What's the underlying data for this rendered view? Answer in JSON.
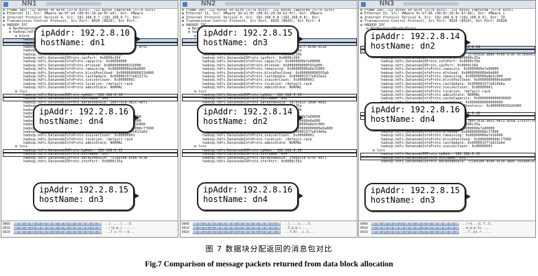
{
  "figure": {
    "panels": [
      {
        "title": "NN1",
        "tree": [
          "⊟ Frame 285: 722 bytes on wire (5776 bits), 722 bytes captured (5776 bits)",
          "⊞ Ethernet II, Src: VMware_ae:0f:e4 (00:0c:29:ae:0f:e4), Dst: VMware",
          "⊞ Internet Protocol Version 4, Src: 192.168.0.7 (192.168.0.7), Dst:",
          "⊞ Transmission Control Protocol, Src Port: 8020 (8020), Dst Port:",
          "⊟ HADOOP IPC",
          "   ⊟ RpcResponseHeaderProto",
          "   ⊟ hadoop.hdfs.AddBlockResponseProto",
          "      ⊟ block",
          "          hadoop.hdfs.DatanodeIDProto.ipAddr: 192.168.0.10",
          "          hadoop.hdfs.DatanodeIDProto.hostName: dn1",
          "          hadoop.hdfs.DatanodeIDProto.datanodeUuid: 4a1f6e2b-a7de-8f5c",
          "          hadoop.hdfs.DatanodeIDProto.xferPort: 0x0000c35a",
          "          hadoop.hdfs.DatanodeIDProto.infoPort: 0x0000c39b",
          "          hadoop.hdfs.DatanodeIDProto.ipcPort: 0x0000c364",
          "          hadoop.hdfs.DatanodeInfoProto.capacity: 0x00000000",
          "          hadoop.hdfs.DatanodeInfoProto.dfsUsed: 0x000000000032b000",
          "          hadoop.hdfs.DatanodeInfoProto.remaining: 0x00000000be9bd000",
          "          hadoop.hdfs.DatanodeInfoProto.blockPoolUsed: 0x000000000032b000",
          "          hadoop.hdfs.DatanodeInfoProto.lastUpdate: 0x00000157fe81327a",
          "          hadoop.hdfs.DatanodeInfoProto.xceiverCount: 0x00000001",
          "          hadoop.hdfs.DatanodeInfoProto.location: /default-rack",
          "          hadoop.hdfs.DatanodeInfoProto.adminState: NORMAL",
          "      ⊟ locs",
          "          hadoop.hdfs.DatanodeIDProto.ipAddr: 192.168.0.16",
          "          hadoop.hdfs.DatanodeIDProto.hostName: dn4",
          "          hadoop.hdfs.DatanodeIDProto.datanodeUuid: 3b0f7d1a-9e2c-4bf1",
          "          hadoop.hdfs.DatanodeIDProto.xferPort: 0x0000c35a",
          "          hadoop.hdfs.DatanodeIDProto.infoPort: 0x0000c39b",
          "          hadoop.hdfs.DatanodeIDProto.ipcPort: 0x0000c364",
          "          hadoop.hdfs.DatanodeInfoProto.capacity: 0x0000000e7e00000",
          "          hadoop.hdfs.DatanodeInfoProto.dfsUsed: 0x0000000000c77000",
          "          hadoop.hdfs.DatanodeInfoProto.remaining: 0x00000000a7d1b000",
          "          hadoop.hdfs.DatanodeInfoProto.blockPoolUsed: 0x0000000000c77000",
          "          hadoop.hdfs.DatanodeInfoProto.lastUpdate: 0x00000157fe813a6d",
          "          hadoop.hdfs.DatanodeInfoProto.xceiverCount: 0x00000001",
          "          hadoop.hdfs.DatanodeInfoProto.location: /default-rack",
          "          hadoop.hdfs.DatanodeInfoProto.adminState: NORMAL",
          "      ⊟ locs",
          "          hadoop.hdfs.DatanodeIDProto.ipAddr: 192.168.0.15",
          "          hadoop.hdfs.DatanodeIDProto.hostName: dn3",
          "          hadoop.hdfs.DatanodeIDProto.datanodeUuid: 7c2e91d4-8cb6-4c3e",
          "          hadoop.hdfs.DatanodeIDProto.xferPort: 0x0000c35a"
        ],
        "hex": [
          [
            "0000",
            "00 0c 29 9d 7f a3 00 0c 29 ae 0f e4 08 00 45 00",
            "..).....)....E."
          ],
          [
            "0010",
            "02 c4 3b 21 40 00 40 06 7b 90 c0 a8 00 07 c0 a8",
            "..;!@.@.{......."
          ],
          [
            "0020",
            "00 0b 1f 54 c5 6e 9a 21 3f 0c 7e 81 55 d2 80 18",
            "...T.n.!?.~.U..."
          ]
        ],
        "callouts": [
          {
            "ip": "192.2.8.10",
            "host": "dn1"
          },
          {
            "ip": "192.2.8.16",
            "host": "dn4"
          },
          {
            "ip": "192.2.8.15",
            "host": "dn3"
          }
        ]
      },
      {
        "title": "NN2",
        "tree": [
          "⊟ Frame 285: 722 bytes on wire (5776 bits), 722 bytes captured (5776 bits)",
          "⊞ Ethernet II, Src: VMware_3d:e1:0f (00:0c:29:3d:e1:0f), Dst: VMware",
          "⊞ Internet Protocol Version 4, Src: 192.168.0.8 (192.168.0.8), Dst:",
          "⊞ Transmission Control Protocol, Src Port: 8020 (8020), Dst Port: 4",
          "⊟ HADOOP IPC",
          "   ⊟ RpcResponseHeaderProto",
          "   ⊟ hadoop.hdfs.AddBlockResponseProto",
          "      ⊟ block",
          "          hadoop.hdfs.DatanodeIDProto.ipAddr: 192.168.0.15",
          "          hadoop.hdfs.DatanodeIDProto.hostName: dn3",
          "          hadoop.hdfs.DatanodeIDProto.datanodeUuid: 9d4a2e7f-8c4b-4c2e",
          "          hadoop.hdfs.DatanodeIDProto.xferPort: 0x0000c35a",
          "          hadoop.hdfs.DatanodeIDProto.infoPort: 0x0000c39b",
          "          hadoop.hdfs.DatanodeIDProto.ipcPort: 0x0000c364",
          "          hadoop.hdfs.DatanodeInfoProto.capacity: 0x0000000e7e00000",
          "          hadoop.hdfs.DatanodeInfoProto.dfsUsed: 0x0000000000593a000",
          "          hadoop.hdfs.DatanodeInfoProto.remaining: 0x00000000a6e15000",
          "          hadoop.hdfs.DatanodeInfoProto.blockPoolUsed: 0x000000000593a0",
          "          hadoop.hdfs.DatanodeInfoProto.lastUpdate: 0x00000157fe815ee1",
          "          hadoop.hdfs.DatanodeInfoProto.xceiverCount: 0x00000001",
          "          hadoop.hdfs.DatanodeInfoProto.location: /default-rack",
          "          hadoop.hdfs.DatanodeInfoProto.adminState: NORMAL",
          "      ⊟ locs",
          "          hadoop.hdfs.DatanodeIDProto.ipAddr: 192.168.0.14",
          "          hadoop.hdfs.DatanodeIDProto.hostName: dn2",
          "          hadoop.hdfs.DatanodeIDProto.datanodeUuid: 5a7e3d1c-3d9e-4ba1",
          "          hadoop.hdfs.DatanodeIDProto.xferPort: 0x0000c35a",
          "          hadoop.hdfs.DatanodeIDProto.infoPort: 0x0000c39b",
          "          hadoop.hdfs.DatanodeIDProto.ipcPort: 0x0000c364",
          "          hadoop.hdfs.DatanodeInfoProto.capacity: 0x0000000e7e00000",
          "          hadoop.hdfs.DatanodeInfoProto.dfsUsed: 0x0000000000e0a000",
          "          hadoop.hdfs.DatanodeInfoProto.remaining: 0x00000000a8e3c000",
          "          hadoop.hdfs.DatanodeInfoProto.blockPoolUsed: 0x0000000000e0a000",
          "          hadoop.hdfs.DatanodeInfoProto.lastUpdate: 0x00000157fe814b6a",
          "          hadoop.hdfs.DatanodeInfoProto.xceiverCount: 0x00000001",
          "          hadoop.hdfs.DatanodeInfoProto.location: /default-rack",
          "          hadoop.hdfs.DatanodeInfoProto.adminState: NORMAL",
          "      ⊟ locs",
          "          hadoop.hdfs.DatanodeIDProto.ipAddr: 192.168.0.16",
          "          hadoop.hdfs.DatanodeIDProto.hostName: dn4",
          "          hadoop.hdfs.DatanodeIDProto.datanodeUuid: 2f8b91c6-b79c-4bf1",
          "          hadoop.hdfs.DatanodeIDProto.xferPort: 0x0000c35a"
        ],
        "hex": [
          [
            "0000",
            "00 0c 29 ae 0f e4 00 0c 29 3d e1 0f 08 00 45 00",
            "..)....)=....E."
          ],
          [
            "0010",
            "02 c4 5a 12 40 00 40 06 5c 9e c0 a8 00 08 c0 a8",
            "..Z.@.@.\\......."
          ],
          [
            "0020",
            "00 0b 1f 54 b3 41 7d 2e 11 a9 4c 02 33 8f 80 18",
            "...T.A}...L.3..."
          ]
        ],
        "callouts": [
          {
            "ip": "192.2.8.15",
            "host": "dn3"
          },
          {
            "ip": "192.2.8.14",
            "host": "dn2"
          },
          {
            "ip": "192.2.8.16",
            "host": "dn4"
          }
        ]
      },
      {
        "title": "NN3",
        "tree": [
          "⊟ Frame 285: 722 bytes on wire (5776 bits), 722 bytes captured (5776 bits)",
          "⊞ Ethernet II, Src: VMware_4c:b7:66 (00:0c:29:4c:b7:66), Dst: VMware_c",
          "⊞ Internet Protocol Version 4, Src: 192.168.0.9 (192.168.0.9), Dst: 19",
          "⊞ Transmission Control Protocol, Src Port: 8020 (8020), Dst Port: 45828",
          "⊟ HADOOP IPC",
          "   ⊟ RpcResponseHeaderProto",
          "   ⊟ hadoop.hdfs.AddBlockResponseProto",
          "      ⊟ block",
          "         ⊟ b",
          "             hadoop.hdfs.ExtendedBlockProto",
          "          hadoop.hdfs.DatanodeIDProto.ipAddr: 192.168.0.14",
          "          hadoop.hdfs.DatanodeIDProto.hostName: dn2",
          "          hadoop.hdfs.DatanodeIDProto.datanodeUuid: 1c7e5b3a-a8de-4cbb-87ac-ecf8a99c5221",
          "          hadoop.hdfs.DatanodeIDProto.xferPort: 0x0000c35a",
          "          hadoop.hdfs.DatanodeIDProto.infoPort: 0x0000c39b",
          "          hadoop.hdfs.DatanodeIDProto.ipcPort: 0x0000c364",
          "          hadoop.hdfs.DatanodeInfoProto.capacity: 0x0000000e7e00000",
          "          hadoop.hdfs.DatanodeInfoProto.dfsUsed: 0x0000000000e0a000",
          "          hadoop.hdfs.DatanodeInfoProto.remaining: 0x00000000a8e3c000",
          "          hadoop.hdfs.DatanodeInfoProto.blockPoolUsed: 0x0000000000e0a000",
          "          hadoop.hdfs.DatanodeInfoProto.lastUpdate: 0x00000157fe814b6a",
          "          hadoop.hdfs.DatanodeInfoProto.xceiverCount: 0x00000001",
          "          hadoop.hdfs.DatanodeInfoProto.location: /default-rack",
          "          hadoop.hdfs.DatanodeInfoProto.adminState: NORMAL",
          "          hadoop.hdfs.DatanodeInfoProto.cacheCapacity: 0x0000000000000000",
          "          hadoop.hdfs.DatanodeInfoProto.cacheUsed: 0x0000000000000000",
          "          hadoop.hdfs.DatanodeInfoProto.lastUpdateMonotonic: 0x0000000292d3d66",
          "      ⊟ locs",
          "          hadoop.hdfs.DatanodeIDProto.ipAddr: 192.168.0.16",
          "          hadoop.hdfs.DatanodeIDProto.hostName: dn4",
          "          hadoop.hdfs.DatanodeIDProto.datanodeUuid: 3b0f7d1a-9e2c-4bf2-ac6a-1791c57f6af9",
          "          hadoop.hdfs.DatanodeIDProto.xferPort: 0x0000c35a",
          "          hadoop.hdfs.DatanodeIDProto.capacity: 0x0000000e7e00000",
          "          hadoop.hdfs.DatanodeInfoProto.dfsUsed: 0x0000000000c77000",
          "          hadoop.hdfs.DatanodeInfoProto.remaining: 0x00000000a7d1b000",
          "          hadoop.hdfs.DatanodeInfoProto.blockPoolUsed: 0x0000000000c77000",
          "          hadoop.hdfs.DatanodeInfoProto.lastUpdate: 0x00000157fe813a6d",
          "          hadoop.hdfs.DatanodeInfoProto.xceiverCount: 0x00000001",
          "      ⊟ locs",
          "          hadoop.hdfs.DatanodeIDProto.ipAddr: 192.168.0.15",
          "          hadoop.hdfs.DatanodeIDProto.hostName: dn3",
          "          hadoop.hdfs.DatanodeIDProto.datanodeUuid: 7c2e91d4-8cb6-4c3e-a8dc-c01da47d7e33"
        ],
        "hex": [
          [
            "0000",
            "00 0c 29 7e 24 c1 00 0c 29 4c b7 66 08 00 45 00",
            "..)~$...)L.f..E."
          ],
          [
            "0010",
            "02 c4 6d 3a 40 00 40 06 49 75 c0 a8 00 09 c0 a8",
            "..m:@.@.Iu......"
          ],
          [
            "0020",
            "00 0b 1f 54 b3 04 62 7d 0a 3f 91 c8 2e 60 80 18",
            "...T..b}.?...`.."
          ]
        ],
        "callouts": [
          {
            "ip": "192.2.8.14",
            "host": "dn2"
          },
          {
            "ip": "192.2.8.16",
            "host": "dn4"
          },
          {
            "ip": "192.2.8.15",
            "host": "dn3"
          }
        ]
      }
    ],
    "labels": {
      "ip": "ipAddr:",
      "host": "hostName:"
    }
  },
  "caption": {
    "cn": "图 7   数据块分配返回的消息包对比",
    "en": "Fig.7   Comparison of message packets returned from data block allocation"
  }
}
